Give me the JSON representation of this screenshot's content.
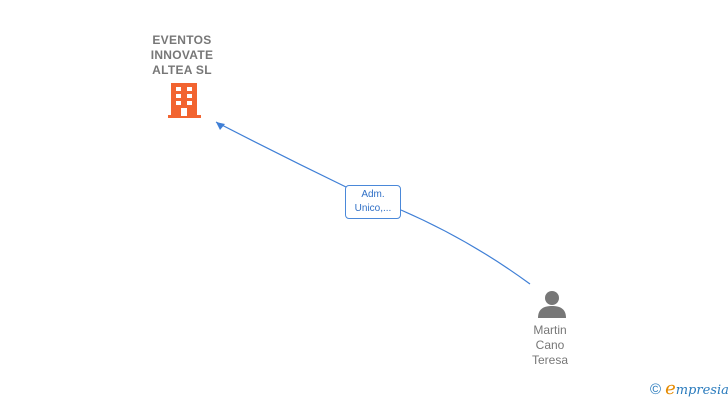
{
  "nodes": {
    "company": {
      "name_lines": [
        "EVENTOS",
        "INNOVATE",
        "ALTEA  SL"
      ],
      "icon": "building-icon",
      "color": "#f26430"
    },
    "person": {
      "name_lines": [
        "Martin",
        "Cano",
        "Teresa"
      ],
      "icon": "person-icon",
      "color": "#777777"
    }
  },
  "edge": {
    "label_lines": [
      "Adm.",
      "Unico,..."
    ],
    "color": "#3f7fd6"
  },
  "brand": {
    "copyright": "©",
    "e": "e",
    "rest": "mpresia"
  }
}
